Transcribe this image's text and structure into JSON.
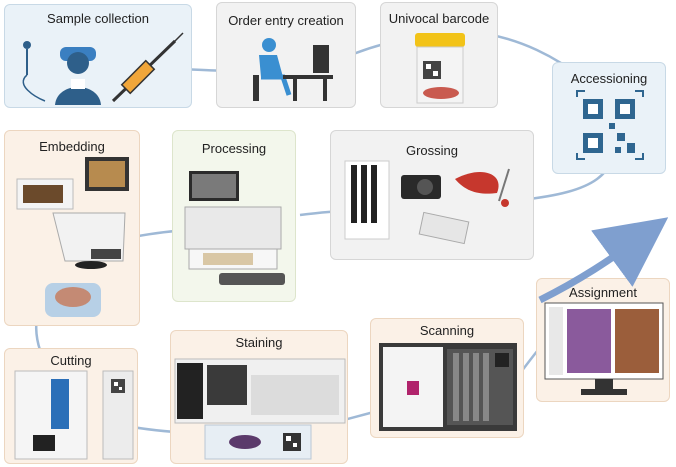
{
  "steps": {
    "sample_collection": "Sample collection",
    "order_entry": "Order entry creation",
    "univocal_barcode": "Univocal barcode",
    "accessioning": "Accessioning",
    "embedding": "Embedding",
    "processing": "Processing",
    "grossing": "Grossing",
    "cutting": "Cutting",
    "staining": "Staining",
    "scanning": "Scanning",
    "assignment": "Assignment"
  },
  "colors": {
    "connector": "#9fb9d6",
    "arrow": "#7f9fcf",
    "blue_panel": "#eaf2f8",
    "green_panel": "#f3f7ec",
    "peach_panel": "#fbf1e7"
  }
}
